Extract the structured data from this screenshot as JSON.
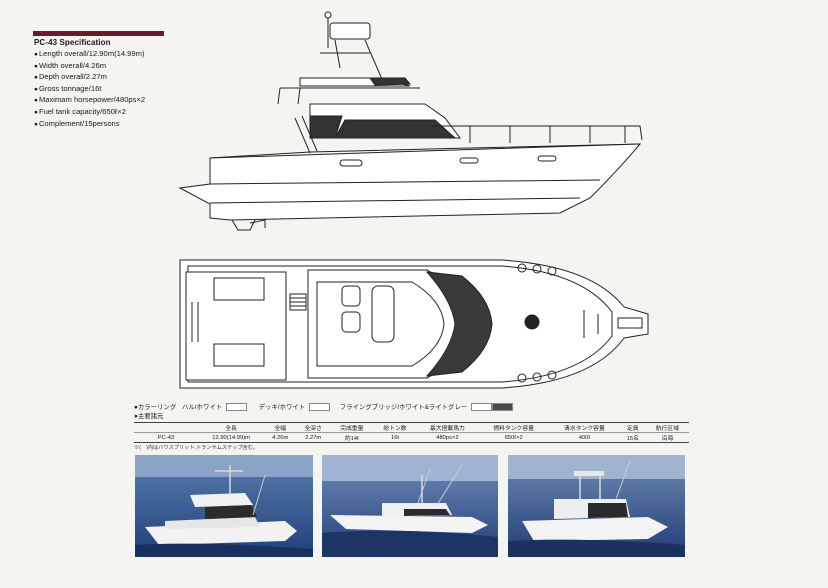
{
  "spec": {
    "title": "PC-43 Specification",
    "items": [
      "Length overall/12.90m(14.99m)",
      "Width overall/4.26m",
      "Depth overall/2.27m",
      "Gross tonnage/16t",
      "Maximam horsepower/480ps×2",
      "Fuel tank capacity/650ℓ×2",
      "Complement/15persons"
    ]
  },
  "colors": {
    "label": "●カラーリング",
    "hull": "ハル/ホワイト",
    "deck": "デッキ/ホワイト",
    "bridge": "フライングブリッジ/ホワイト&ライトグレー",
    "accent_dark": "#3a3a3a",
    "accent_burgundy": "#6b1a2a"
  },
  "table": {
    "section_label": "●主要諸元",
    "headers": [
      "",
      "全長",
      "全幅",
      "全深さ",
      "完成重量",
      "総トン数",
      "最大搭載馬力",
      "燃料タンク容量",
      "清水タンク容量",
      "定員",
      "航行区域"
    ],
    "row": [
      "PC-43",
      "12.90(14.99)m",
      "4.26m",
      "2.27m",
      "約14t",
      "16t",
      "480ps×2",
      "650ℓ×2",
      "400ℓ",
      "15名",
      "沿海"
    ],
    "note": "※(　)内はバウスプリット,トランサムステップ含む。"
  }
}
